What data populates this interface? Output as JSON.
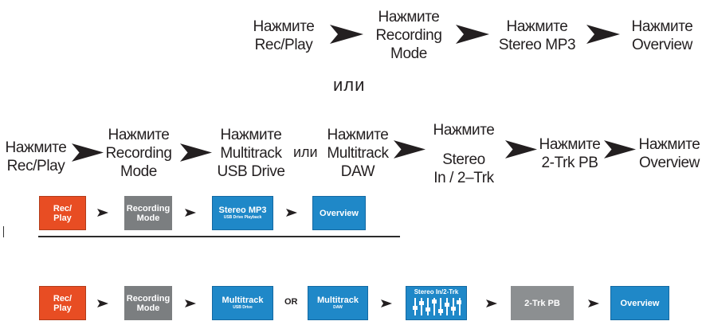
{
  "top_row": {
    "steps": [
      [
        "Нажмите",
        "Rec/Play"
      ],
      [
        "Нажмите",
        "Recording",
        "Mode"
      ],
      [
        "Нажмите",
        "Stereo MP3"
      ],
      [
        "Нажмите",
        "Overview"
      ]
    ]
  },
  "or_label": "или",
  "bottom_row": {
    "steps": [
      [
        "Нажмите",
        "Rec/Play"
      ],
      [
        "Нажмите",
        "Recording",
        "Mode"
      ],
      [
        "Нажмите",
        "Multitrack",
        "USB Drive"
      ],
      [
        "Нажмите",
        "Multitrack",
        "DAW"
      ],
      [
        "Нажмите",
        "Stereo",
        "In / 2–Trk"
      ],
      [
        "Нажмите",
        "2-Trk PB"
      ],
      [
        "Нажмите",
        "Overview"
      ]
    ],
    "or_label": "или"
  },
  "button_row_1": {
    "rec_play": [
      "Rec/",
      "Play"
    ],
    "recording_mode": [
      "Recording",
      "Mode"
    ],
    "stereo_mp3": "Stereo MP3",
    "stereo_mp3_sub": "USB Drive Playback",
    "overview": "Overview"
  },
  "button_row_2": {
    "rec_play": [
      "Rec/",
      "Play"
    ],
    "recording_mode": [
      "Recording",
      "Mode"
    ],
    "multitrack_usb": "Multitrack",
    "multitrack_usb_sub": "USB Drive",
    "or_label": "OR",
    "multitrack_daw": "Multitrack",
    "multitrack_daw_sub": "DAW",
    "stereo_in": "Stereo In/2-Trk",
    "two_trk_pb": "2-Trk PB",
    "overview": "Overview"
  },
  "colors": {
    "rec_play": "#e84d23",
    "recording_mode": "#7b7e80",
    "blue_button": "#1f88c8",
    "text": "#231f20"
  }
}
